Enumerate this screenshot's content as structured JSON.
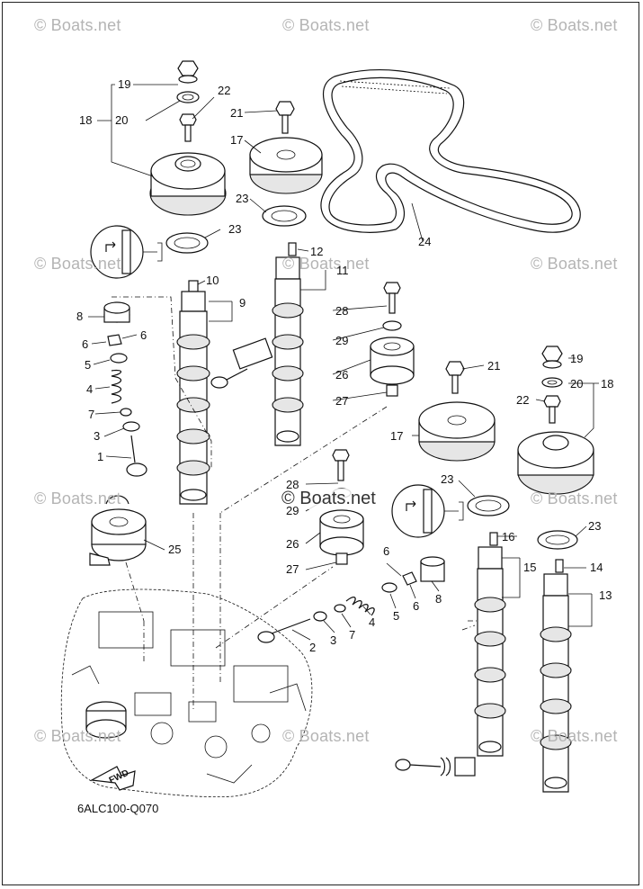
{
  "watermarks": {
    "site": "© Boats.net",
    "center": "© Boats.net"
  },
  "diagram_code": "6ALC100-Q070",
  "fwd_label": "FWD",
  "part_numbers": {
    "n1": "1",
    "n2": "2",
    "n3": "3",
    "n4": "4",
    "n5": "5",
    "n6": "6",
    "n7": "7",
    "n8": "8",
    "n9": "9",
    "n10": "10",
    "n11": "11",
    "n12": "12",
    "n13": "13",
    "n14": "14",
    "n15": "15",
    "n16": "16",
    "n17": "17",
    "n18": "18",
    "n19": "19",
    "n20": "20",
    "n21": "21",
    "n22": "22",
    "n23": "23",
    "n24": "24",
    "n25": "25",
    "n26": "26",
    "n27": "27",
    "n28": "28",
    "n29": "29"
  }
}
